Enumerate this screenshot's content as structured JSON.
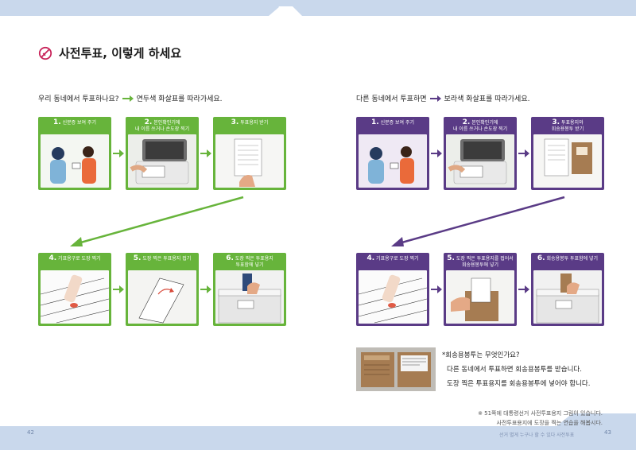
{
  "title": "사전투표, 이렇게 하세요",
  "left": {
    "intro_text": "우리 동네에서 투표하나요?",
    "intro_follow": "연두색 화살표를 따라가세요.",
    "steps": [
      {
        "num": "1.",
        "label": "신분증 보여 주기"
      },
      {
        "num": "2.",
        "label": "본인확인기에\n내 이름 쓰거나 손도장 찍기"
      },
      {
        "num": "3.",
        "label": "투표용지 받기"
      },
      {
        "num": "4.",
        "label": "기표용구로 도장 찍기"
      },
      {
        "num": "5.",
        "label": "도장 찍은 투표용지 접기"
      },
      {
        "num": "6.",
        "label": "도장 찍은 투표용지\n투표함에 넣기"
      }
    ]
  },
  "right": {
    "intro_text": "다른 동네에서 투표하면",
    "intro_follow": "보라색 화살표를 따라가세요.",
    "steps": [
      {
        "num": "1.",
        "label": "신분증 보여 주기"
      },
      {
        "num": "2.",
        "label": "본인확인기에\n내 이름 쓰거나 손도장 찍기"
      },
      {
        "num": "3.",
        "label": "투표용지와\n회송용봉투 받기"
      },
      {
        "num": "4.",
        "label": "기표용구로 도장 찍기"
      },
      {
        "num": "5.",
        "label": "도장 찍은 투표용지를 접어서\n회송용봉투에 넣기"
      },
      {
        "num": "6.",
        "label": "회송용봉투 투표함에 넣기"
      }
    ]
  },
  "envelope": {
    "question": "*회송용봉투는 무엇인가요?",
    "line1": "다른 동네에서 투표하면 회송용봉투를 받습니다.",
    "line2": "도장 찍은 투표용지를 회송용봉투에 넣어야 합니다."
  },
  "footnote": {
    "line1": "※ 51쪽에 대통령선거 사전투표용지 그림이 있습니다.",
    "line2": "사전투표용지에 도장을 찍는 연습을 해봅시다."
  },
  "page_left": "42",
  "page_right": "43",
  "running_title": "선거 별게 누구나 할 수 있다 사전투표",
  "colors": {
    "green": "#67b43b",
    "purple": "#5a3b86",
    "bg": "#c9d8ec",
    "paper": "#ffffff"
  }
}
